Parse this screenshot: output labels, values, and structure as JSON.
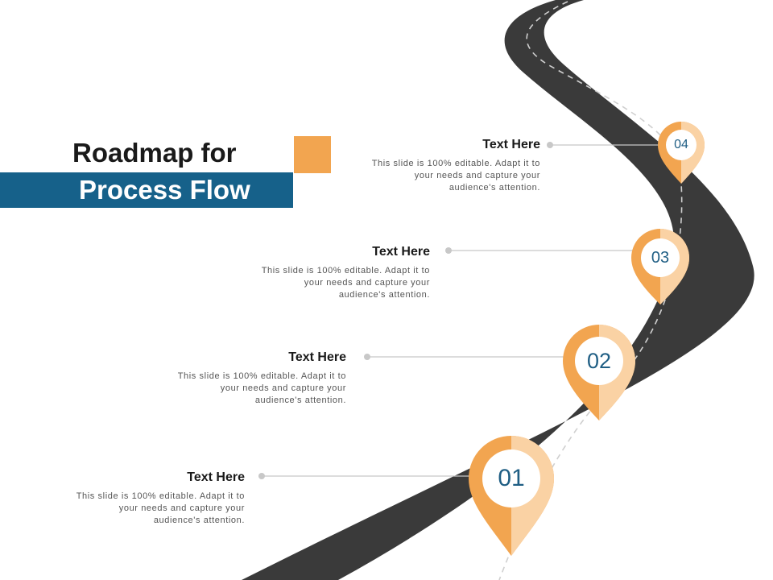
{
  "title": {
    "line1": "Roadmap for",
    "line2": "Process Flow"
  },
  "colors": {
    "road": "#3a3a3a",
    "brand_band": "#16618a",
    "accent": "#f2a550",
    "pin_orange": "#f2a550",
    "pin_light": "#fad2a4",
    "number_text": "#1f5e84"
  },
  "steps": [
    {
      "number": "01",
      "heading": "Text Here",
      "desc_lines": [
        "This slide is 100% editable. Adapt it to",
        "your needs and capture your",
        "audience's attention."
      ]
    },
    {
      "number": "02",
      "heading": "Text Here",
      "desc_lines": [
        "This slide is 100% editable. Adapt it to",
        "your needs and capture your",
        "audience's attention."
      ]
    },
    {
      "number": "03",
      "heading": "Text Here",
      "desc_lines": [
        "This slide is 100% editable. Adapt it to",
        "your needs and capture your",
        "audience's attention."
      ]
    },
    {
      "number": "04",
      "heading": "Text Here",
      "desc_lines": [
        "This slide is 100% editable. Adapt it to",
        "your needs and capture your",
        "audience's attention."
      ]
    }
  ]
}
